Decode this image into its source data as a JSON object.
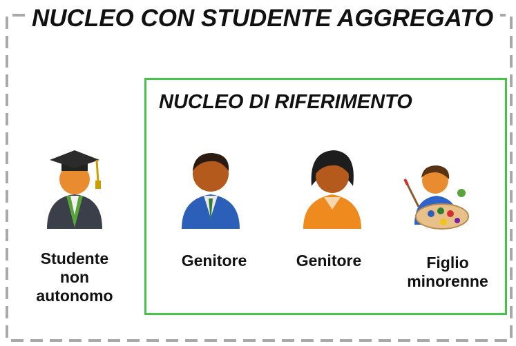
{
  "outer": {
    "title": "NUCLEO CON STUDENTE AGGREGATO",
    "border_color": "#a9a9a9"
  },
  "inner": {
    "title": "NUCLEO DI RIFERIMENTO",
    "border_color": "#45c44a"
  },
  "members": [
    {
      "label_lines": [
        "Studente",
        "non",
        "autonomo"
      ],
      "icon": "graduate-student-icon"
    },
    {
      "label_lines": [
        "Genitore"
      ],
      "icon": "father-icon"
    },
    {
      "label_lines": [
        "Genitore"
      ],
      "icon": "mother-icon"
    },
    {
      "label_lines": [
        "Figlio",
        "minorenne"
      ],
      "icon": "child-painter-icon"
    }
  ]
}
